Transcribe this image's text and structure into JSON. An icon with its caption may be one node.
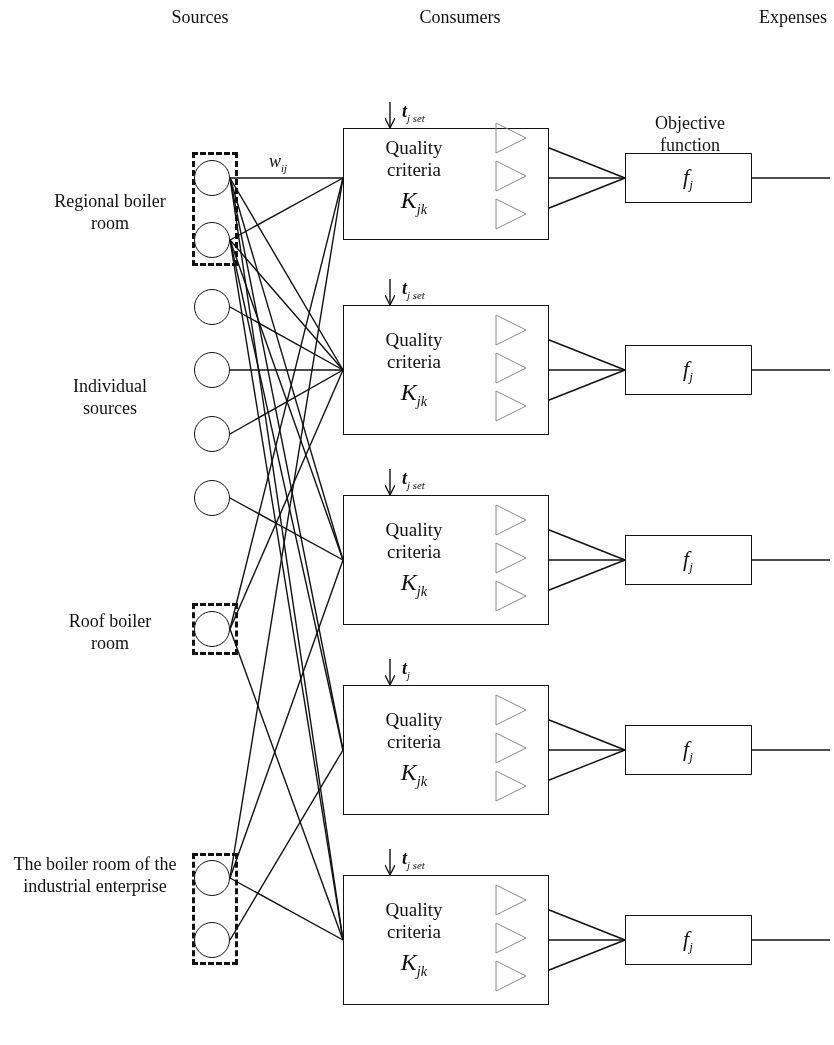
{
  "diagram": {
    "nodes": [
      {
        "text": [],
        "shape": "box",
        "beside": [
          "Regional boiler room"
        ]
      },
      {
        "text": [],
        "shape": "circle",
        "in": 0
      },
      {
        "text": [],
        "shape": "circle",
        "in": 0
      },
      {
        "text": [],
        "shape": "circle"
      },
      {
        "text": [],
        "shape": "circle"
      },
      {
        "text": [],
        "shape": "circle"
      },
      {
        "text": [],
        "shape": "circle"
      },
      {
        "text": [],
        "shape": "box",
        "beside": [
          "Roof boiler room"
        ]
      },
      {
        "text": [],
        "shape": "circle",
        "in": 7
      },
      {
        "text": [],
        "shape": "box",
        "beside": [
          "The boiler room of the industrial enterprise"
        ]
      },
      {
        "text": [],
        "shape": "circle",
        "in": 9
      },
      {
        "text": [],
        "shape": "circle",
        "in": 9
      },
      {
        "text": [
          "Quality criteria",
          "K$_{jk}$"
        ]
      },
      {
        "text": [
          "Quality criteria",
          "K$_{jk}$"
        ]
      },
      {
        "text": [
          "Quality criteria",
          "K$_{jk}$"
        ]
      },
      {
        "text": [
          "Quality criteria",
          "K$_{jk}$"
        ]
      },
      {
        "text": [
          "Quality criteria",
          "K$_{jk}$"
        ]
      },
      {
        "text": [],
        "shape": "triangle",
        "in": 12
      },
      {
        "text": [],
        "shape": "triangle",
        "in": 12
      },
      {
        "text": [],
        "shape": "triangle",
        "in": 12
      },
      {
        "text": [],
        "shape": "triangle",
        "in": 13
      },
      {
        "text": [],
        "shape": "triangle",
        "in": 13
      },
      {
        "text": [],
        "shape": "triangle",
        "in": 13
      },
      {
        "text": [],
        "shape": "triangle",
        "in": 14
      },
      {
        "text": [],
        "shape": "triangle",
        "in": 14
      },
      {
        "text": [],
        "shape": "triangle",
        "in": 14
      },
      {
        "text": [],
        "shape": "triangle",
        "in": 15
      },
      {
        "text": [],
        "shape": "triangle",
        "in": 15
      },
      {
        "text": [],
        "shape": "triangle",
        "in": 15
      },
      {
        "text": [],
        "shape": "triangle",
        "in": 16
      },
      {
        "text": [],
        "shape": "triangle",
        "in": 16
      },
      {
        "text": [],
        "shape": "triangle",
        "in": 16
      },
      {
        "text": [
          "f$_{j}$"
        ],
        "beside": [
          "Objective function"
        ]
      },
      {
        "text": [
          "f$_{j}$"
        ]
      },
      {
        "text": [
          "f$_{j}$"
        ]
      },
      {
        "text": [
          "f$_{j}$"
        ]
      },
      {
        "text": [
          "f$_{j}$"
        ]
      }
    ],
    "edges": [
      {
        "from": 1,
        "to": 12,
        "arrow": "none"
      },
      {
        "from": 1,
        "to": 13,
        "arrow": "none"
      },
      {
        "from": 1,
        "to": 14,
        "arrow": "none"
      },
      {
        "from": 1,
        "to": 15,
        "arrow": "none"
      },
      {
        "from": 1,
        "to": 16,
        "arrow": "none"
      },
      {
        "from": 2,
        "to": 12,
        "arrow": "none"
      },
      {
        "from": 2,
        "to": 13,
        "arrow": "none"
      },
      {
        "from": 2,
        "to": 14,
        "arrow": "none"
      },
      {
        "from": 2,
        "to": 15,
        "arrow": "none"
      },
      {
        "from": 2,
        "to": 16,
        "arrow": "none"
      },
      {
        "from": 3,
        "to": 13,
        "arrow": "none"
      },
      {
        "from": 4,
        "to": 13,
        "arrow": "none"
      },
      {
        "from": 5,
        "to": 13,
        "arrow": "none"
      },
      {
        "from": 6,
        "to": 14,
        "arrow": "none"
      },
      {
        "from": 8,
        "to": 12,
        "arrow": "none"
      },
      {
        "from": 8,
        "to": 13,
        "arrow": "none"
      },
      {
        "from": 8,
        "to": 16,
        "arrow": "none"
      },
      {
        "from": 10,
        "to": 12,
        "arrow": "none"
      },
      {
        "from": 10,
        "to": 14,
        "arrow": "none"
      },
      {
        "from": 10,
        "to": 16,
        "arrow": "none"
      },
      {
        "from": 11,
        "to": 15,
        "arrow": "none"
      },
      {
        "from": null,
        "to": 12,
        "arrow": "to",
        "label": "**t**$_{j set}$"
      },
      {
        "from": null,
        "to": 13,
        "arrow": "to",
        "label": "**t**$_{j set}$"
      },
      {
        "from": null,
        "to": 14,
        "arrow": "to",
        "label": "**t**$_{j set}$"
      },
      {
        "from": null,
        "to": 15,
        "arrow": "to",
        "label": "**t**$_{j}$"
      },
      {
        "from": null,
        "to": 16,
        "arrow": "to",
        "label": "**t**$_{j set}$"
      },
      {
        "from": 17,
        "to": 32,
        "arrow": "none"
      },
      {
        "from": 18,
        "to": 32,
        "arrow": "none"
      },
      {
        "from": 19,
        "to": 32,
        "arrow": "none"
      },
      {
        "from": 20,
        "to": 33,
        "arrow": "none"
      },
      {
        "from": 21,
        "to": 33,
        "arrow": "none"
      },
      {
        "from": 22,
        "to": 33,
        "arrow": "none"
      },
      {
        "from": 23,
        "to": 34,
        "arrow": "none"
      },
      {
        "from": 24,
        "to": 34,
        "arrow": "none"
      },
      {
        "from": 25,
        "to": 34,
        "arrow": "none"
      },
      {
        "from": 26,
        "to": 35,
        "arrow": "none"
      },
      {
        "from": 27,
        "to": 35,
        "arrow": "none"
      },
      {
        "from": 28,
        "to": 35,
        "arrow": "none"
      },
      {
        "from": 29,
        "to": 36,
        "arrow": "none"
      },
      {
        "from": 30,
        "to": 36,
        "arrow": "none"
      },
      {
        "from": 31,
        "to": 36,
        "arrow": "none"
      },
      {
        "from": 32,
        "to": null,
        "arrow": "none"
      },
      {
        "from": 33,
        "to": null,
        "arrow": "none"
      },
      {
        "from": 34,
        "to": null,
        "arrow": "none"
      },
      {
        "from": 35,
        "to": null,
        "arrow": "none"
      },
      {
        "from": 36,
        "to": null,
        "arrow": "none"
      }
    ],
    "labels": [
      "Sources",
      "Consumers",
      "Expenses",
      "w$_{ij}$",
      "Individual sources"
    ]
  }
}
